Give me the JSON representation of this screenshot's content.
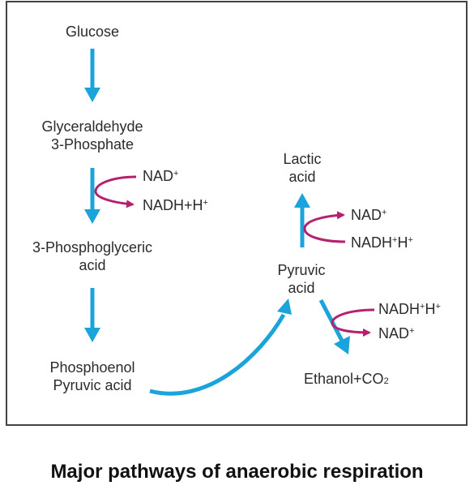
{
  "diagram": {
    "colors": {
      "main_arrow": "#1ba3dc",
      "cofactor_arrow": "#b5216f",
      "border": "#444444"
    },
    "nodes": {
      "glucose": "Glucose",
      "g3p_line1": "Glyceraldehyde",
      "g3p_line2": "3-Phosphate",
      "pga_line1": "3-Phosphoglyceric",
      "pga_line2": "acid",
      "pep_line1": "Phosphoenol",
      "pep_line2": "Pyruvic acid",
      "pyruvic_line1": "Pyruvic",
      "pyruvic_line2": "acid",
      "lactic_line1": "Lactic",
      "lactic_line2": "acid",
      "ethanol": "Ethanol+CO",
      "ethanol_sub": "2"
    },
    "cofactors": {
      "step2_in": "NAD",
      "step2_in_sup": "+",
      "step2_out": "NADH+H",
      "step2_out_sup": "+",
      "lactic_in_a": "NADH",
      "lactic_in_sup": "+",
      "lactic_in_b": "H",
      "lactic_in_sup2": "+",
      "lactic_out": "NAD",
      "lactic_out_sup": "+",
      "ethanol_in_a": "NADH",
      "ethanol_in_sup": "+",
      "ethanol_in_b": "H",
      "ethanol_in_sup2": "+",
      "ethanol_out": "NAD",
      "ethanol_out_sup": "+"
    }
  },
  "caption": "Major pathways of anaerobic respiration"
}
